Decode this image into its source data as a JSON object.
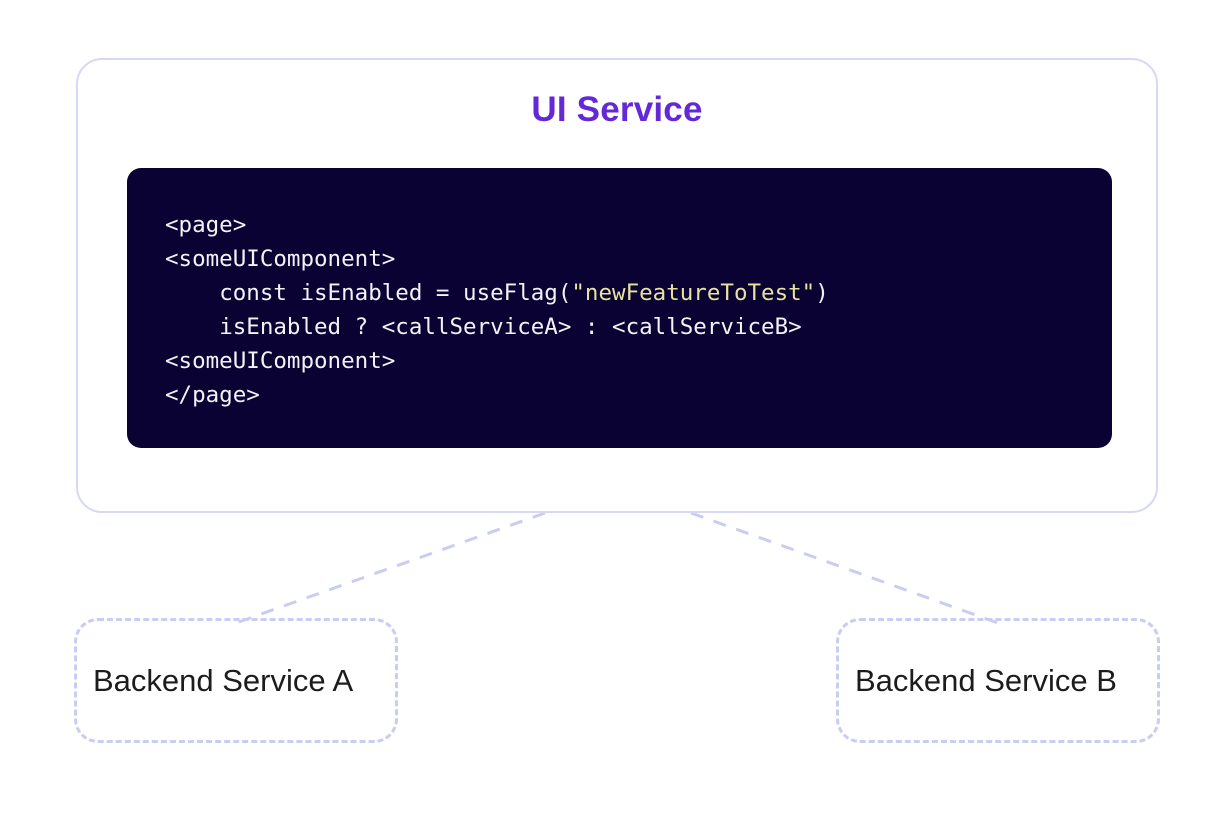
{
  "diagram": {
    "background_color": "#ffffff",
    "accent_color": "#6528d7",
    "border_color": "#d7d8f5",
    "dashed_border_color": "#c9cdf2",
    "code_background": "#0a0233",
    "code_text_color": "#f2f2f7",
    "code_string_color": "#e8e2a0"
  },
  "service": {
    "title": "UI Service",
    "code": {
      "lines": [
        {
          "id": "line-1",
          "indent": 0,
          "parts": [
            {
              "text": "<page>",
              "type": "plain"
            }
          ]
        },
        {
          "id": "line-2",
          "indent": 0,
          "parts": [
            {
              "text": "<someUIComponent>",
              "type": "plain"
            }
          ]
        },
        {
          "id": "line-3",
          "indent": 1,
          "parts": [
            {
              "text": "const isEnabled = useFlag(",
              "type": "plain"
            },
            {
              "text": "\"newFeatureToTest\"",
              "type": "string"
            },
            {
              "text": ")",
              "type": "plain"
            }
          ]
        },
        {
          "id": "line-4",
          "indent": 1,
          "parts": [
            {
              "text": "isEnabled ? <callServiceA> : <callServiceB>",
              "type": "plain"
            }
          ]
        },
        {
          "id": "line-5",
          "indent": 0,
          "parts": [
            {
              "text": "<someUIComponent>",
              "type": "plain"
            }
          ]
        },
        {
          "id": "line-6",
          "indent": 0,
          "parts": [
            {
              "text": "</page>",
              "type": "plain"
            }
          ]
        }
      ],
      "full_text": "<page>\n<someUIComponent>\n    const isEnabled = useFlag(\"newFeatureToTest\")\n    isEnabled ? <callServiceA> : <callServiceB>\n<someUIComponent>\n</page>"
    }
  },
  "backends": [
    {
      "id": "backend-a",
      "label": "Backend Service A"
    },
    {
      "id": "backend-b",
      "label": "Backend Service B"
    }
  ],
  "connectors": [
    {
      "id": "connector-to-a",
      "from": "ui-service",
      "to": "backend-a",
      "style": "dashed"
    },
    {
      "id": "connector-to-b",
      "from": "ui-service",
      "to": "backend-b",
      "style": "dashed"
    }
  ]
}
